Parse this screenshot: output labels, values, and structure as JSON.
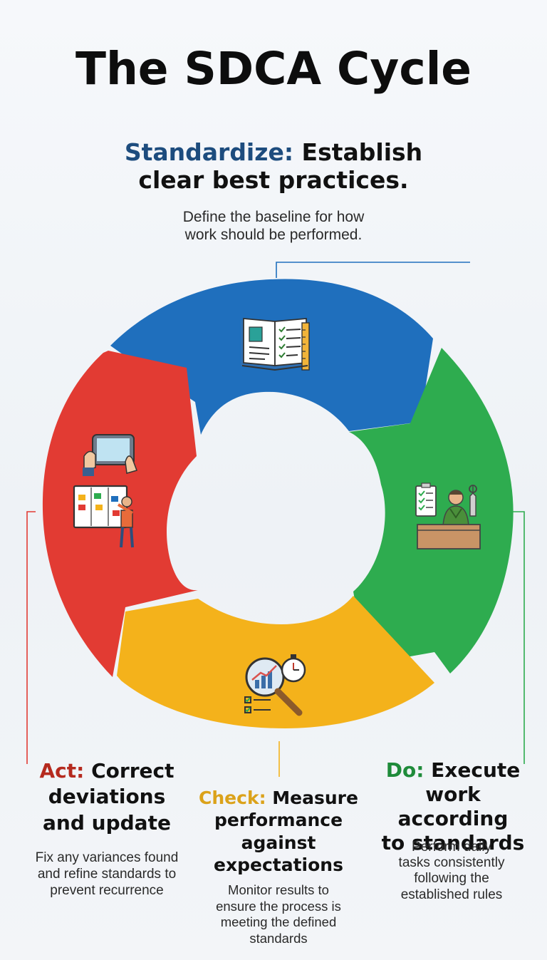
{
  "title": "The SDCA Cycle",
  "stages": {
    "standardize": {
      "keyword": "Standardize:",
      "heading_l1": "Establish",
      "heading_l2": "clear best practices.",
      "desc_l1": "Define the baseline for how",
      "desc_l2": "work should be performed.",
      "color": "#1f6fbd",
      "icon": "open-book-checklist-icon"
    },
    "do": {
      "keyword": "Do:",
      "heading_l1": "Execute",
      "heading_l2": "work according",
      "heading_l3": "to standards",
      "desc_l1": "Perform daily",
      "desc_l2": "tasks consistently",
      "desc_l3": "following the",
      "desc_l4": "established rules",
      "color": "#2eac4f",
      "icon": "worker-at-desk-icon"
    },
    "check": {
      "keyword": "Check:",
      "heading_l1": "Measure",
      "heading_l2": "performance",
      "heading_l3": "against",
      "heading_l4": "expectations",
      "desc_l1": "Monitor results to",
      "desc_l2": "ensure the process is",
      "desc_l3": "meeting the defined",
      "desc_l4": "standards",
      "color": "#f4b21b",
      "icon": "magnifier-stopwatch-icon"
    },
    "act": {
      "keyword": "Act:",
      "heading_l1": "Correct",
      "heading_l2": "deviations",
      "heading_l3": "and update",
      "desc_l1": "Fix any variances found",
      "desc_l2": "and refine standards to",
      "desc_l3": "prevent recurrence",
      "color": "#e23b33",
      "icon": "tablet-kanban-board-icon"
    }
  }
}
